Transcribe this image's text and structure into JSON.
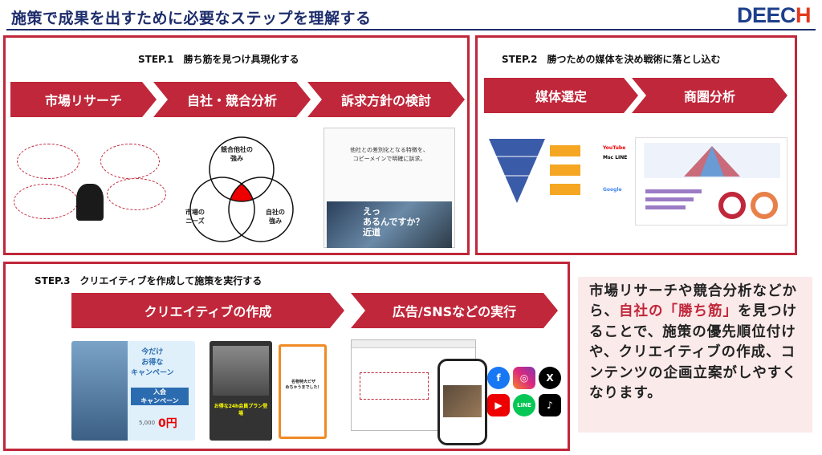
{
  "header": {
    "title": "施策で成果を出すために必要なステップを理解する",
    "logo_main": "DEEC",
    "logo_accent": "H"
  },
  "step1": {
    "heading": "STEP.1　勝ち筋を見つけ具現化する",
    "arrows": [
      "市場リサーチ",
      "自社・競合分析",
      "訴求方針の検討"
    ],
    "venn": {
      "competitor": "競合他社の\n強み",
      "market": "市場の\nニーズ",
      "own": "自社の\n強み"
    },
    "doc_text": "他社との差別化となる特徴を、\nコピーメインで明確に訴求。",
    "photo_text": "えっ\nあるんですか？\n近道"
  },
  "step2": {
    "heading": "STEP.2　勝つための媒体を決め戦術に落とし込む",
    "arrows": [
      "媒体選定",
      "商圏分析"
    ],
    "media_labels": [
      "YouTube",
      "Msc LINE",
      "Google"
    ]
  },
  "step3": {
    "heading": "STEP.3　クリエイティブを作成して施策を実行する",
    "arrows": [
      "クリエイティブの作成",
      "広告/SNSなどの実行"
    ],
    "banner1_a": "今だけ\nお得な\nキャンペーン",
    "banner1_b": "入会\nキャンペーン",
    "banner1_price": "0円",
    "banner1_price_old": "5,000",
    "banner2_text": "お得な24h会員プラン登場",
    "banner3_text": "名物特大ピザ\nめちゃうまでした！"
  },
  "summary": {
    "pre": "市場リサーチや競合分析などから、",
    "highlight": "自社の「勝ち筋」",
    "post": "を見つけることで、施策の優先順位付けや、クリエイティブの作成、コンテンツの企画立案がしやすくなります。"
  },
  "colors": {
    "brand_red": "#c0273a",
    "navy": "#1d2c6b"
  }
}
